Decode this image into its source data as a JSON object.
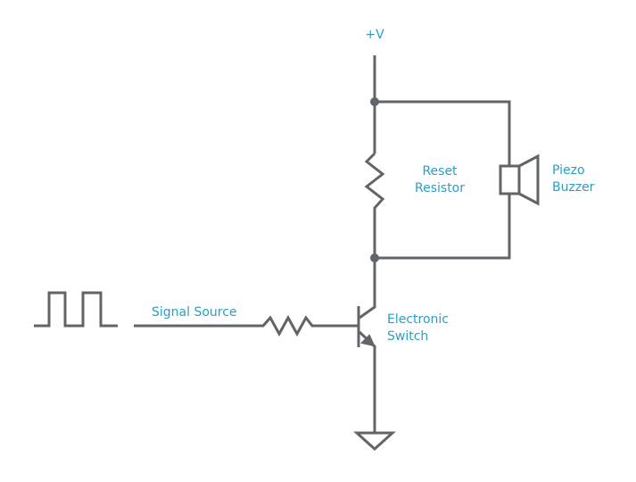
{
  "labels": {
    "supply": "+V",
    "reset_resistor": [
      "Reset",
      "Resistor"
    ],
    "piezo_buzzer": [
      "Piezo",
      "Buzzer"
    ],
    "electronic_switch": [
      "Electronic",
      "Switch"
    ],
    "signal_source": "Signal Source"
  },
  "colors": {
    "wire": "#616469",
    "label": "#2a9fc6"
  }
}
